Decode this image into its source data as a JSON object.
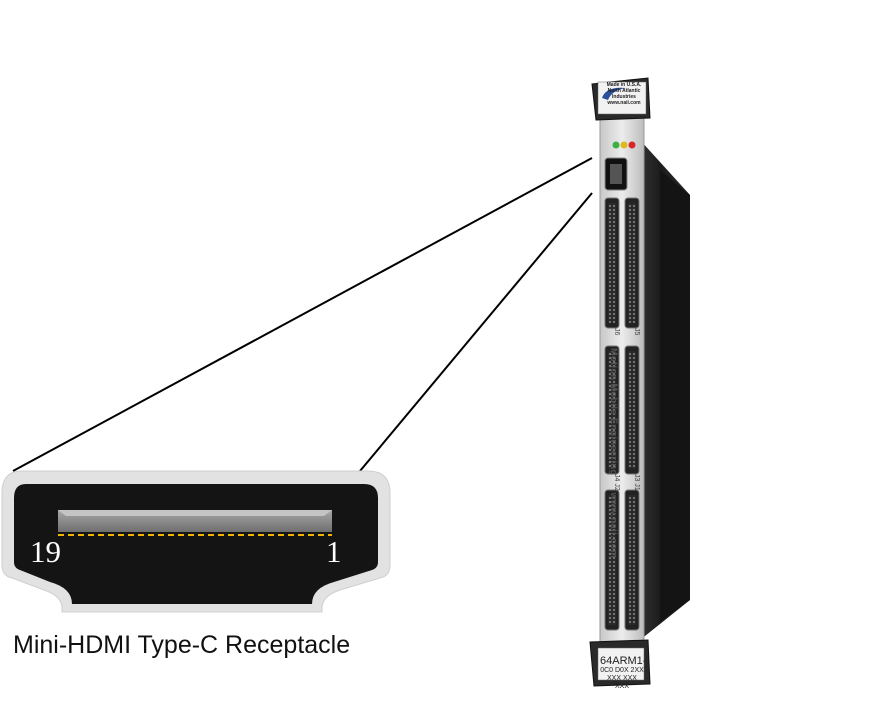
{
  "receptacle": {
    "caption": "Mini-HDMI Type-C Receptacle",
    "pin_left": "19",
    "pin_right": "1"
  },
  "card": {
    "logo_lines": [
      "Made in U.S.A.",
      "North Atlantic",
      "Industries",
      "www.naii.com"
    ],
    "model_lines": [
      "64ARM1-",
      "0C0 D0X 2XX",
      "XXX XXX XXX"
    ],
    "connector_labels": [
      "J6",
      "J5",
      "J4 J2",
      "J3 J1"
    ],
    "vertical_text": "Motion Mobile Engineering",
    "website": "www.naii.com",
    "led_colors": [
      "#3cb043",
      "#e0b81a",
      "#d8262b"
    ]
  },
  "colors": {
    "receptacle_body": "#141414",
    "receptacle_rim": "#e2e2e2",
    "pin_strip": "#8e8e8e",
    "pin_dash": "#f0b400",
    "panel": "#dedede",
    "card_body": "#1e1e1e"
  }
}
